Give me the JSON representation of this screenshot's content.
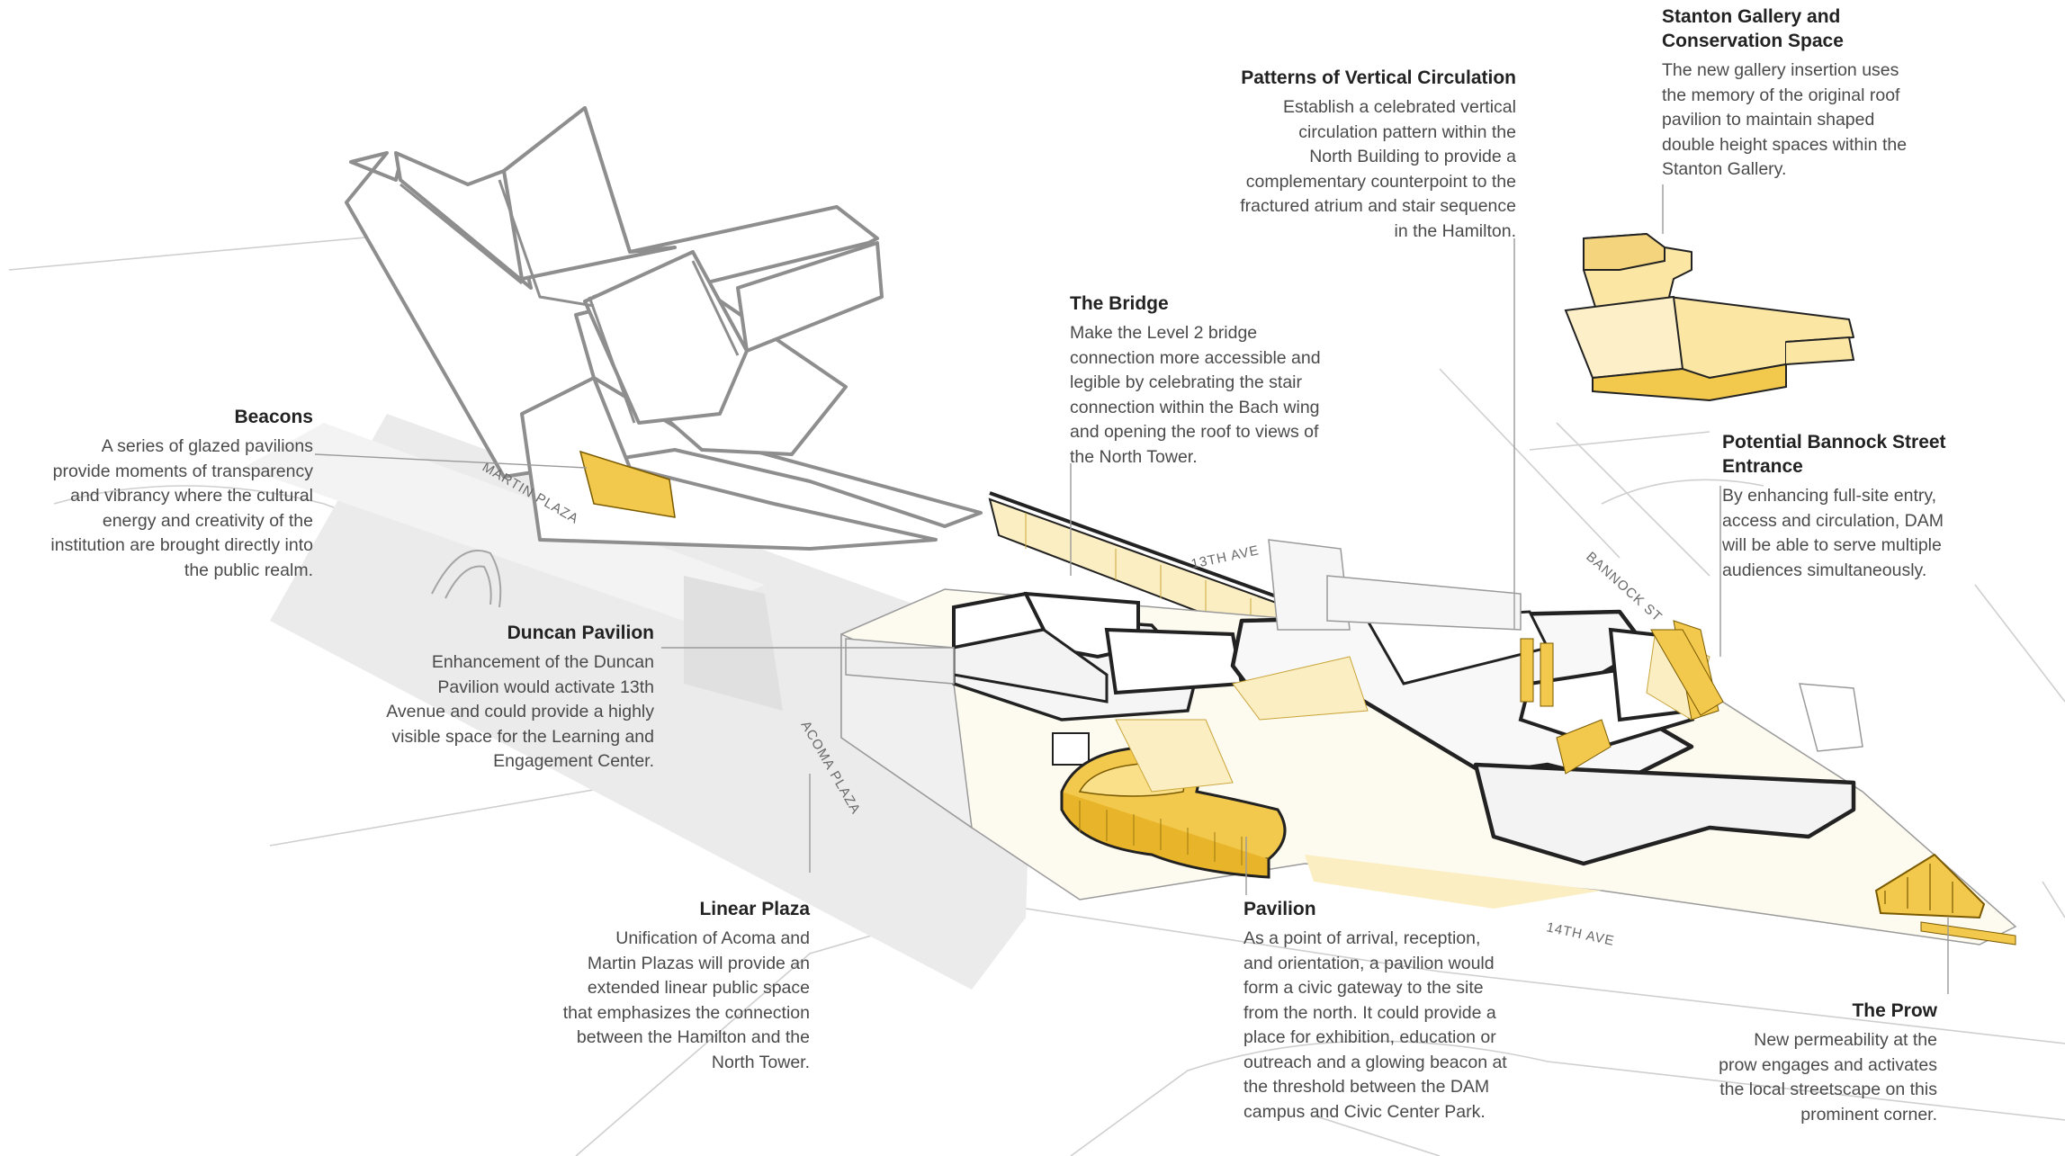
{
  "callouts": {
    "beacons": {
      "title": "Beacons",
      "lines": [
        "A series of glazed pavilions",
        "provide moments of transparency",
        "and vibrancy where the cultural",
        "energy and creativity of the",
        "institution are brought directly into",
        "the public realm."
      ]
    },
    "duncan": {
      "title": "Duncan Pavilion",
      "lines": [
        "Enhancement of the Duncan",
        "Pavilion would activate 13th",
        "Avenue and could provide a highly",
        "visible space for the Learning and",
        "Engagement Center."
      ]
    },
    "linear_plaza": {
      "title": "Linear Plaza",
      "lines": [
        "Unification of Acoma and",
        "Martin Plazas will provide an",
        "extended linear public space",
        "that emphasizes the connection",
        "between the Hamilton and the",
        "North Tower."
      ]
    },
    "bridge": {
      "title": "The Bridge",
      "lines": [
        "Make the Level 2 bridge",
        "connection more accessible and",
        "legible by celebrating the stair",
        "connection within the Bach wing",
        "and opening the roof to views of",
        "the North Tower."
      ]
    },
    "vertical": {
      "title": "Patterns of Vertical Circulation",
      "lines": [
        "Establish a celebrated vertical",
        "circulation pattern within the",
        "North Building to provide a",
        "complementary counterpoint to the",
        "fractured atrium and stair sequence",
        "in the Hamilton."
      ]
    },
    "stanton": {
      "title_lines": [
        "Stanton Gallery and",
        "Conservation Space"
      ],
      "lines": [
        "The new gallery insertion uses",
        "the memory of the original roof",
        "pavilion to maintain shaped",
        "double height spaces within the",
        "Stanton Gallery."
      ]
    },
    "bannock": {
      "title_lines": [
        "Potential Bannock Street",
        "Entrance"
      ],
      "lines": [
        "By enhancing full-site entry,",
        "access and circulation, DAM",
        "will be able to serve multiple",
        "audiences simultaneously."
      ]
    },
    "pavilion": {
      "title": "Pavilion",
      "lines": [
        "As a point of arrival, reception,",
        "and orientation, a pavilion would",
        "form a civic gateway to the site",
        "from the north. It could provide a",
        "place for exhibition, education or",
        "outreach and a glowing beacon at",
        "the threshold between the DAM",
        "campus and Civic Center Park."
      ]
    },
    "prow": {
      "title": "The Prow",
      "lines": [
        "New permeability at the",
        "prow engages and activates",
        "the local streetscape on this",
        "prominent corner."
      ]
    }
  },
  "streets": {
    "martin_plaza": "MARTIN PLAZA",
    "acoma_plaza": "ACOMA PLAZA",
    "ave_13th": "13TH AVE",
    "bannock_st": "BANNOCK ST",
    "ave_14th": "14TH AVE"
  },
  "colors": {
    "highlight": "#f2c94c",
    "highlight_light": "#fbeec2",
    "plaza": "#ececec",
    "outline": "#222222",
    "tower_outline": "#8e8e8e",
    "leader": "#9a9a9a"
  }
}
